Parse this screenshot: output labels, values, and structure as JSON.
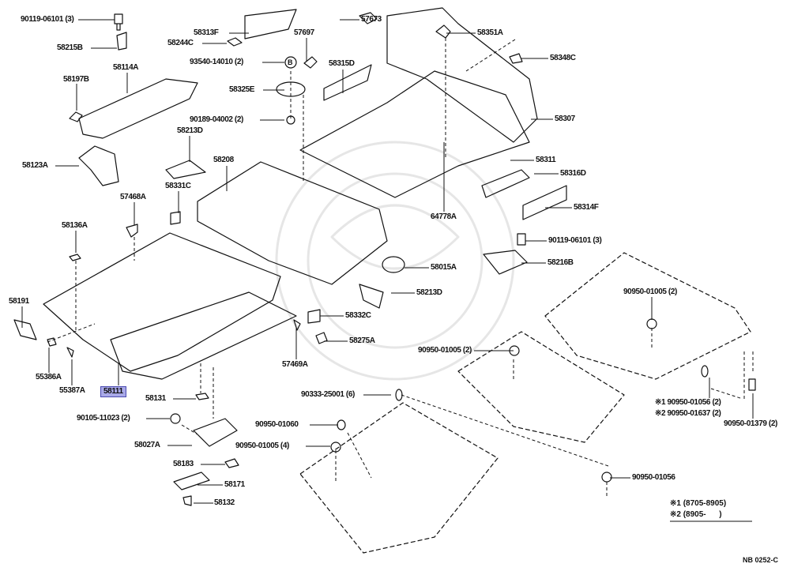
{
  "diagram": {
    "part_labels": [
      "90119-06101 (3)",
      "58215B",
      "58114A",
      "58197B",
      "58123A",
      "58313F",
      "58244C",
      "57673",
      "57697",
      "93540-14010 (2)",
      "58315D",
      "58325E",
      "90189-04002 (2)",
      "58213D",
      "58208",
      "58331C",
      "57468A",
      "58136A",
      "58191",
      "55386A",
      "55387A",
      "58111",
      "58131",
      "90105-11023 (2)",
      "58027A",
      "58183",
      "58171",
      "58132",
      "58351A",
      "58348C",
      "58307",
      "58311",
      "58316D",
      "58314F",
      "64778A",
      "90119-06101 (3)",
      "58216B",
      "58015A",
      "58213D",
      "58332C",
      "58275A",
      "57469A",
      "90950-01005 (2)",
      "90950-01005 (2)",
      "90333-25001 (6)",
      "90950-01060",
      "90950-01005 (4)",
      "※1 90950-01056 (2)",
      "※2 90950-01637 (2)",
      "90950-01379 (2)",
      "90950-01056"
    ],
    "selected_part": "58111",
    "highlight_color": "#a9a9e8",
    "circle_marker": "B",
    "notes": [
      "※1 (8705-8905)",
      "※2 (8905-      )"
    ],
    "reference": "NB 0252-C"
  }
}
